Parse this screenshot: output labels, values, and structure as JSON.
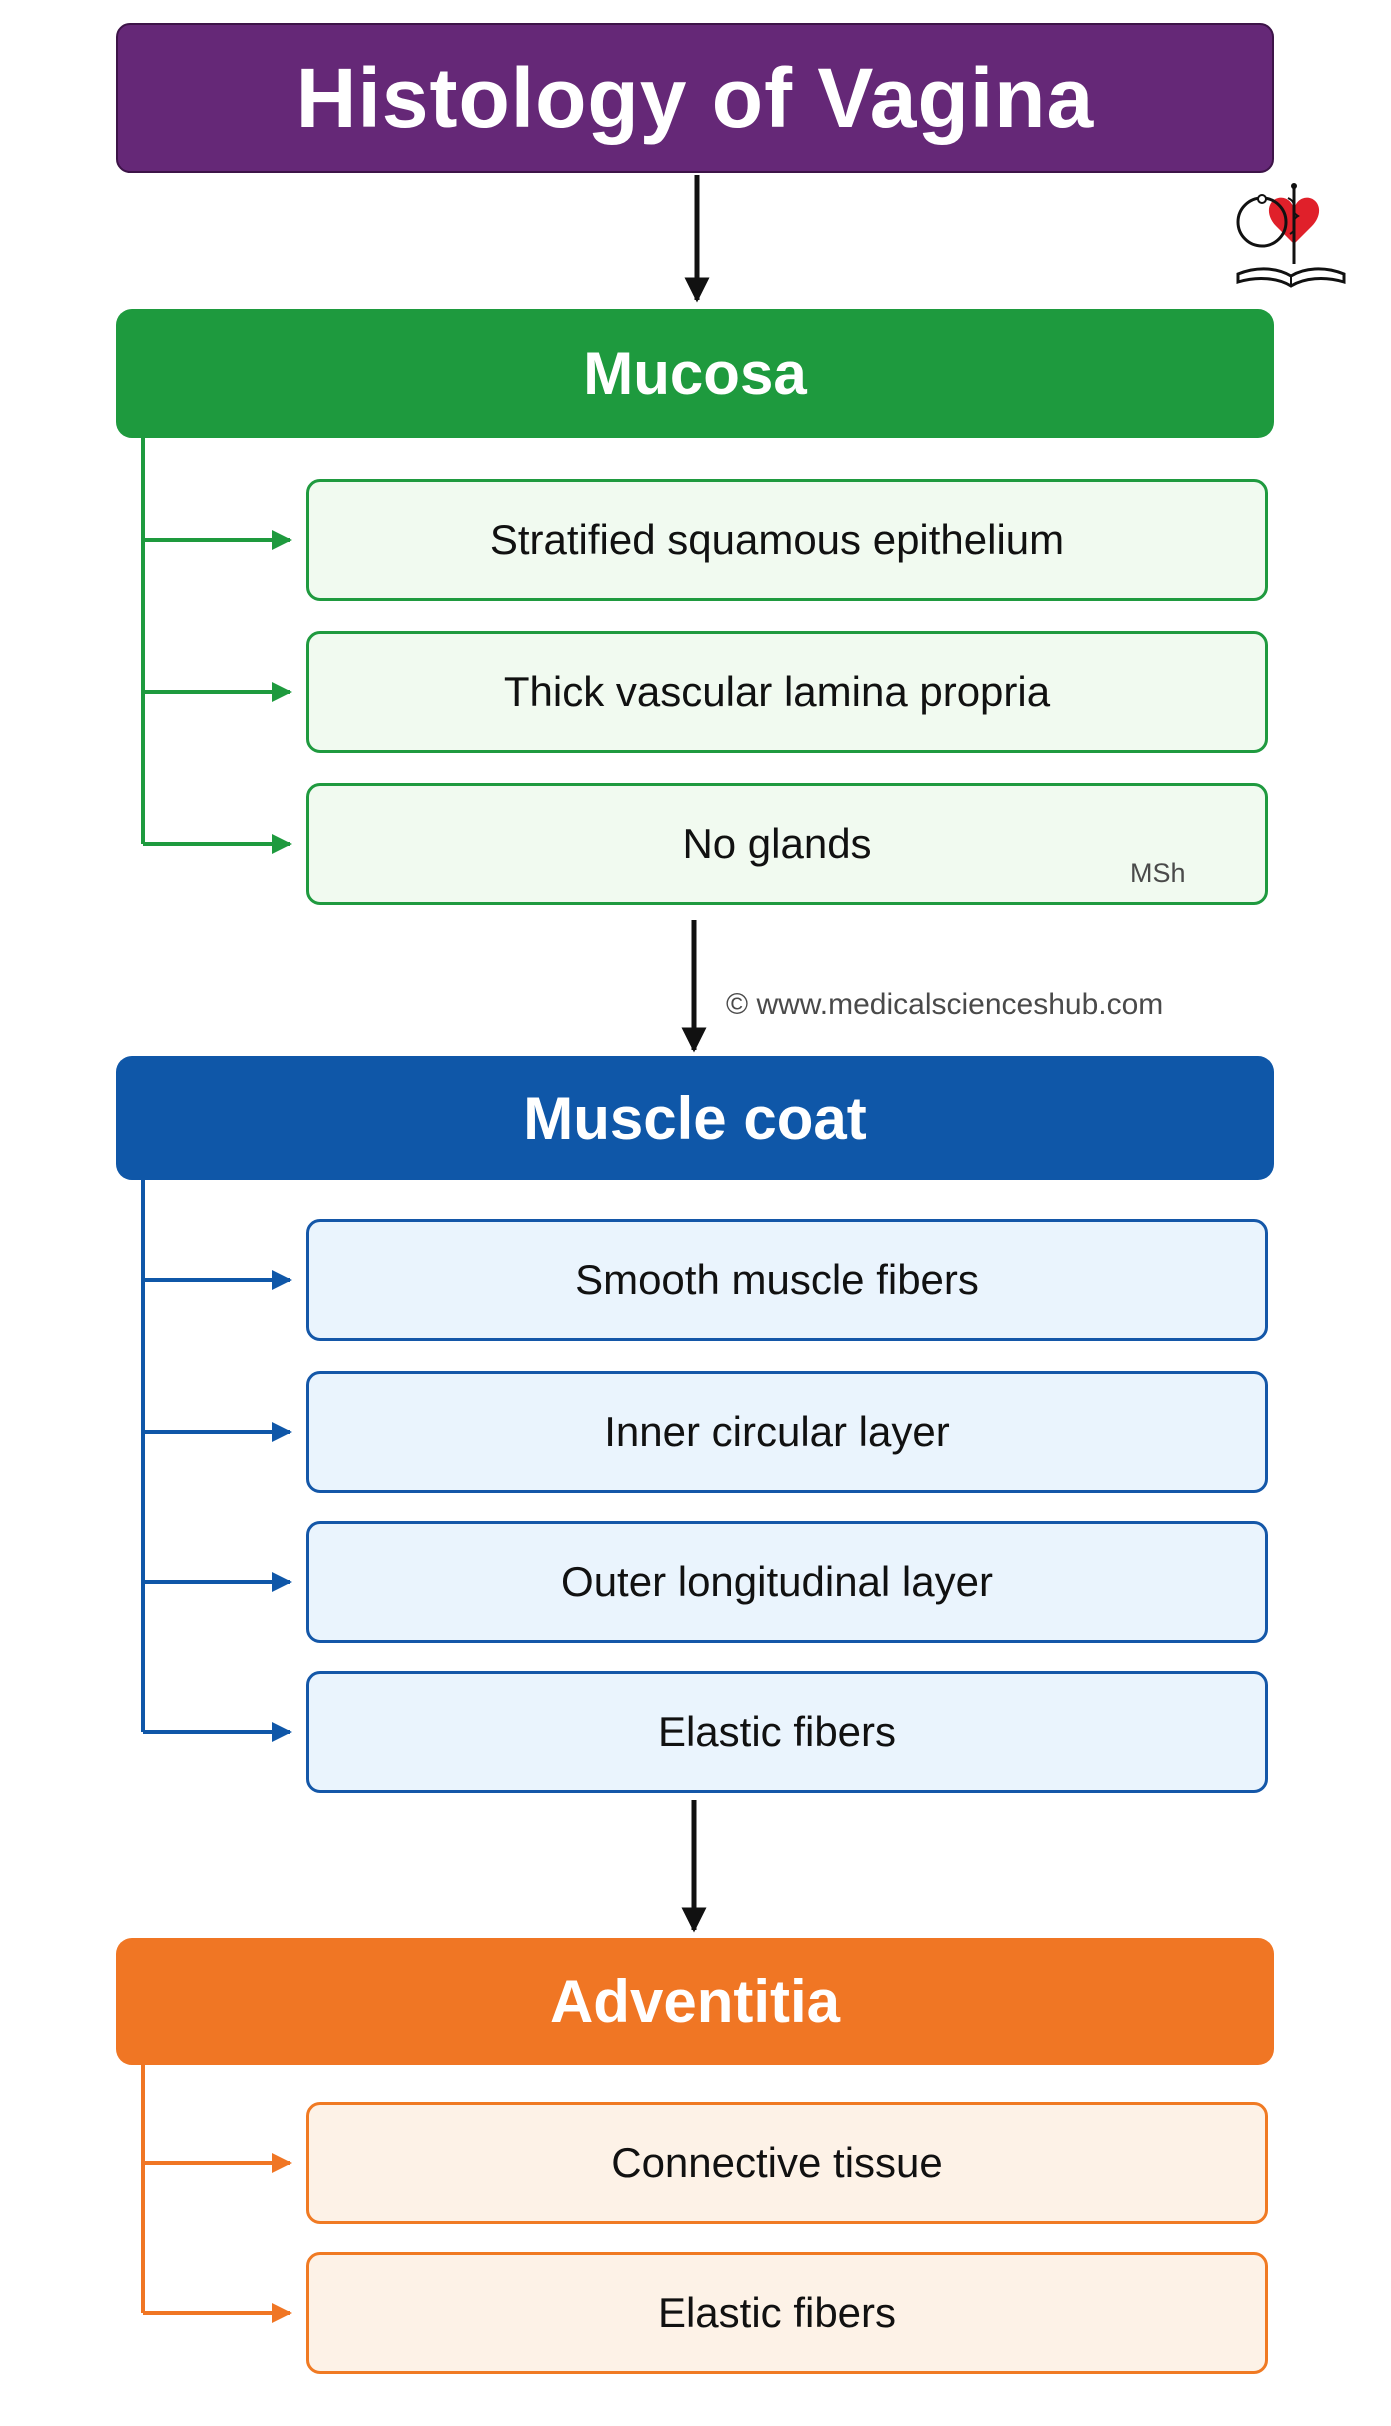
{
  "title": "Histology of Vagina",
  "colors": {
    "title": "#652877",
    "mucosa": "#1e9a3e",
    "muscle": "#0f57a8",
    "adventitia": "#f07624",
    "arrow": "#111111"
  },
  "logo_icon": "heart-stethoscope-book-icon",
  "sections": [
    {
      "heading": "Mucosa",
      "items": [
        "Stratified squamous epithelium",
        "Thick vascular lamina propria",
        "No glands"
      ]
    },
    {
      "heading": "Muscle coat",
      "items": [
        "Smooth muscle fibers",
        "Inner circular layer",
        "Outer longitudinal layer",
        "Elastic fibers"
      ]
    },
    {
      "heading": "Adventitia",
      "items": [
        "Connective tissue",
        "Elastic fibers"
      ]
    }
  ],
  "watermark": "MSh",
  "copyright": "© www.medicalscienceshub.com"
}
